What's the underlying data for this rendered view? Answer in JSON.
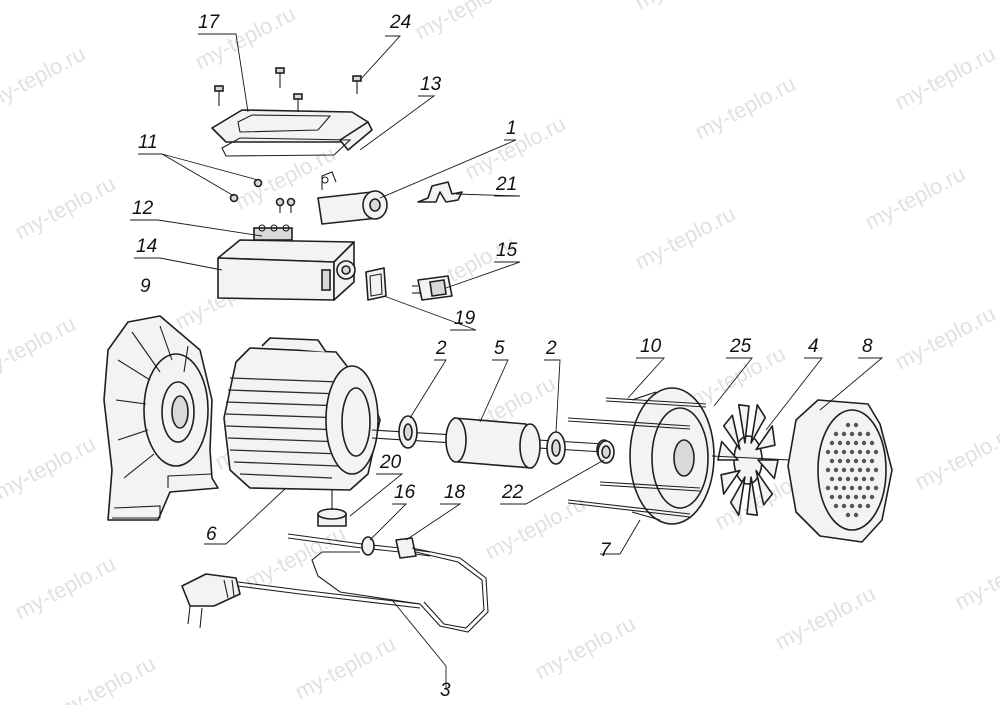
{
  "watermark": "my-teplo.ru",
  "callouts": [
    {
      "id": "p17",
      "label": "17"
    },
    {
      "id": "p24",
      "label": "24"
    },
    {
      "id": "p13",
      "label": "13"
    },
    {
      "id": "p1",
      "label": "1"
    },
    {
      "id": "p11",
      "label": "11"
    },
    {
      "id": "p21",
      "label": "21"
    },
    {
      "id": "p12",
      "label": "12"
    },
    {
      "id": "p14",
      "label": "14"
    },
    {
      "id": "p15",
      "label": "15"
    },
    {
      "id": "p9",
      "label": "9"
    },
    {
      "id": "p19",
      "label": "19"
    },
    {
      "id": "p10",
      "label": "10"
    },
    {
      "id": "p25",
      "label": "25"
    },
    {
      "id": "p4",
      "label": "4"
    },
    {
      "id": "p8",
      "label": "8"
    },
    {
      "id": "p2a",
      "label": "2"
    },
    {
      "id": "p5",
      "label": "5"
    },
    {
      "id": "p2b",
      "label": "2"
    },
    {
      "id": "p20",
      "label": "20"
    },
    {
      "id": "p16",
      "label": "16"
    },
    {
      "id": "p18",
      "label": "18"
    },
    {
      "id": "p22",
      "label": "22"
    },
    {
      "id": "p6",
      "label": "6"
    },
    {
      "id": "p7",
      "label": "7"
    },
    {
      "id": "p3",
      "label": "3"
    }
  ]
}
